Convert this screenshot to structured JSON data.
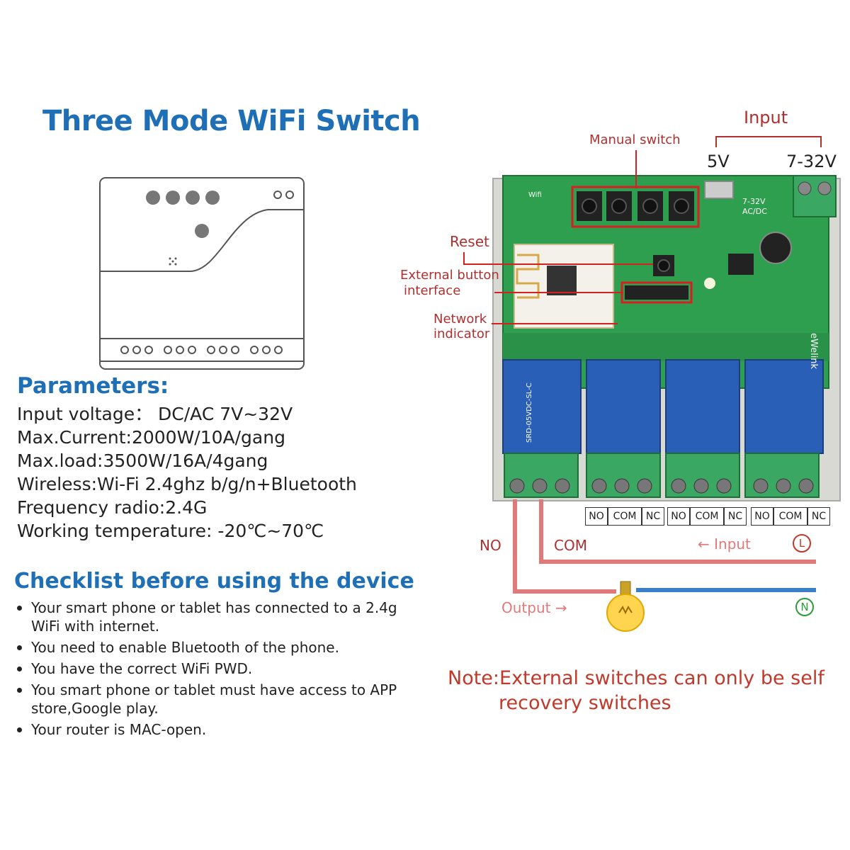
{
  "title": "Three Mode WiFi Switch",
  "parameters": {
    "heading": "Parameters:",
    "items": [
      "Input voltage： DC/AC 7V~32V",
      "Max.Current:2000W/10A/gang",
      "Max.load:3500W/16A/4gang",
      "Wireless:Wi-Fi 2.4ghz b/g/n+Bluetooth",
      "Frequency radio:2.4G",
      "Working temperature: -20℃~70℃"
    ]
  },
  "checklist": {
    "heading": "Checklist before using the device",
    "items": [
      "Your smart phone or tablet has connected to a 2.4g WiFi with internet.",
      "You need to enable Bluetooth of the phone.",
      "You have the correct WiFi PWD.",
      "You smart phone or tablet must have access to APP store,Google play.",
      "Your router is MAC-open."
    ]
  },
  "diagram": {
    "input_label": "Input",
    "input_5v": "5V",
    "input_dc": "7-32V",
    "manual_switch": "Manual switch",
    "reset": "Reset",
    "external_button_1": "External button",
    "external_button_2": "interface",
    "network_indicator_1": "Network",
    "network_indicator_2": "indicator",
    "terminal_labels": [
      "NO",
      "COM",
      "NC",
      "NO",
      "COM",
      "NC",
      "NO",
      "COM",
      "NC"
    ],
    "wire_no": "NO",
    "wire_com": "COM",
    "wire_input": "← Input",
    "wire_output": "Output →",
    "live_symbol": "L",
    "neutral_symbol": "N",
    "board_brand": "eWelink",
    "relay_model": "SRD-05VDC-SL-C",
    "board_wifi": "Wifi",
    "board_acdc": "AC/DC",
    "board_voltage": "7-32V"
  },
  "note": {
    "line1": "Note:External switches can only be self",
    "line2": "recovery switches"
  },
  "colors": {
    "title_blue": "#1f6fb6",
    "label_red": "#b03030",
    "pcb_green": "#2e9e4f",
    "relay_blue": "#2a5fb8",
    "terminal_green": "#3aa862",
    "wire_red": "#e07a7a",
    "wire_blue": "#3a7fc8"
  }
}
